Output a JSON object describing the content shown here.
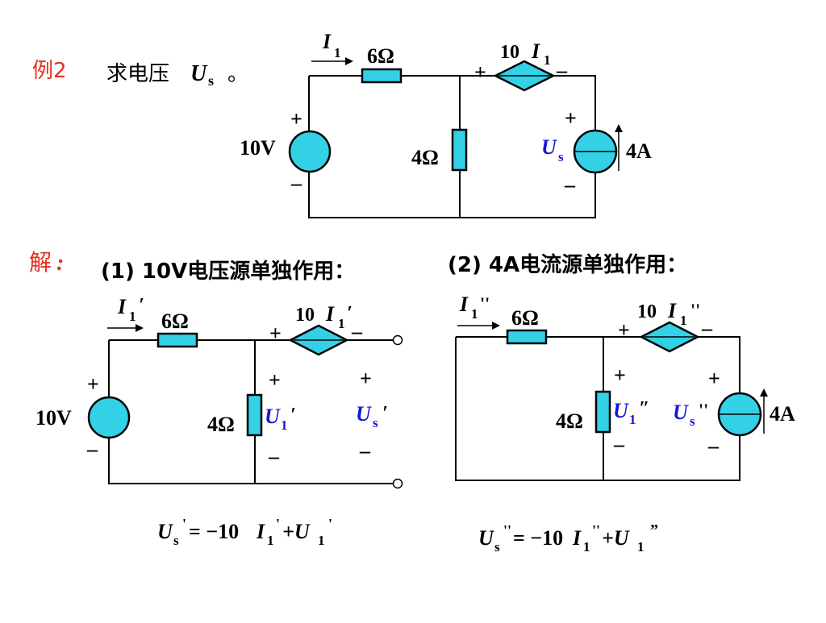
{
  "problem": {
    "label": "例2",
    "statement": "求电压",
    "symbol_U": "U",
    "symbol_sub": "s",
    "period": "。"
  },
  "solution": {
    "label": "解",
    "colon": ":",
    "step1_title": "(1) 10V电压源单独作用：",
    "step2_title": "(2) 4A电流源单独作用："
  },
  "circuit_main": {
    "current_I": "I",
    "current_sub": "1",
    "r6": "6Ω",
    "r4": "4Ω",
    "dep_coef": "10",
    "dep_I": "I",
    "dep_sub": "1",
    "plus": "+",
    "minus": "–",
    "v_source": "10V",
    "i_source": "4A",
    "us_U": "U",
    "us_sub": "s"
  },
  "circuit_1": {
    "current_I": "I",
    "current_sub": "1",
    "prime": "′",
    "r6": "6Ω",
    "r4": "4Ω",
    "dep_coef": "10",
    "dep_I": "I",
    "dep_sub": "1",
    "plus": "+",
    "minus": "–",
    "v_source": "10V",
    "u1_U": "U",
    "u1_sub": "1",
    "us_U": "U",
    "us_sub": "s",
    "equation": {
      "U": "U",
      "s": "s",
      "mark": "'",
      "eq": "= −10 ",
      "I": "I",
      "one": "1",
      "plus_U": "+U",
      "one_b": "1"
    }
  },
  "circuit_2": {
    "current_I": "I",
    "current_sub": "1",
    "dprime": "''",
    "dprime_italic": "″",
    "r6": "6Ω",
    "r4": "4Ω",
    "dep_coef": "10",
    "dep_I": "I",
    "dep_sub": "1",
    "plus": "+",
    "minus": "–",
    "i_source": "4A",
    "u1_U": "U",
    "u1_sub": "1",
    "us_U": "U",
    "us_sub": "s",
    "equation": {
      "U": "U",
      "s": "s",
      "mark": "''",
      "eq": "= −10",
      "I": "I",
      "one": "1",
      "plus_U": "+U",
      "one_b": "1",
      "close_mark": "”"
    }
  },
  "colors": {
    "component_fill": "#33d1e6",
    "label_red": "#e8301c",
    "symbol_blue": "#1717d6"
  }
}
